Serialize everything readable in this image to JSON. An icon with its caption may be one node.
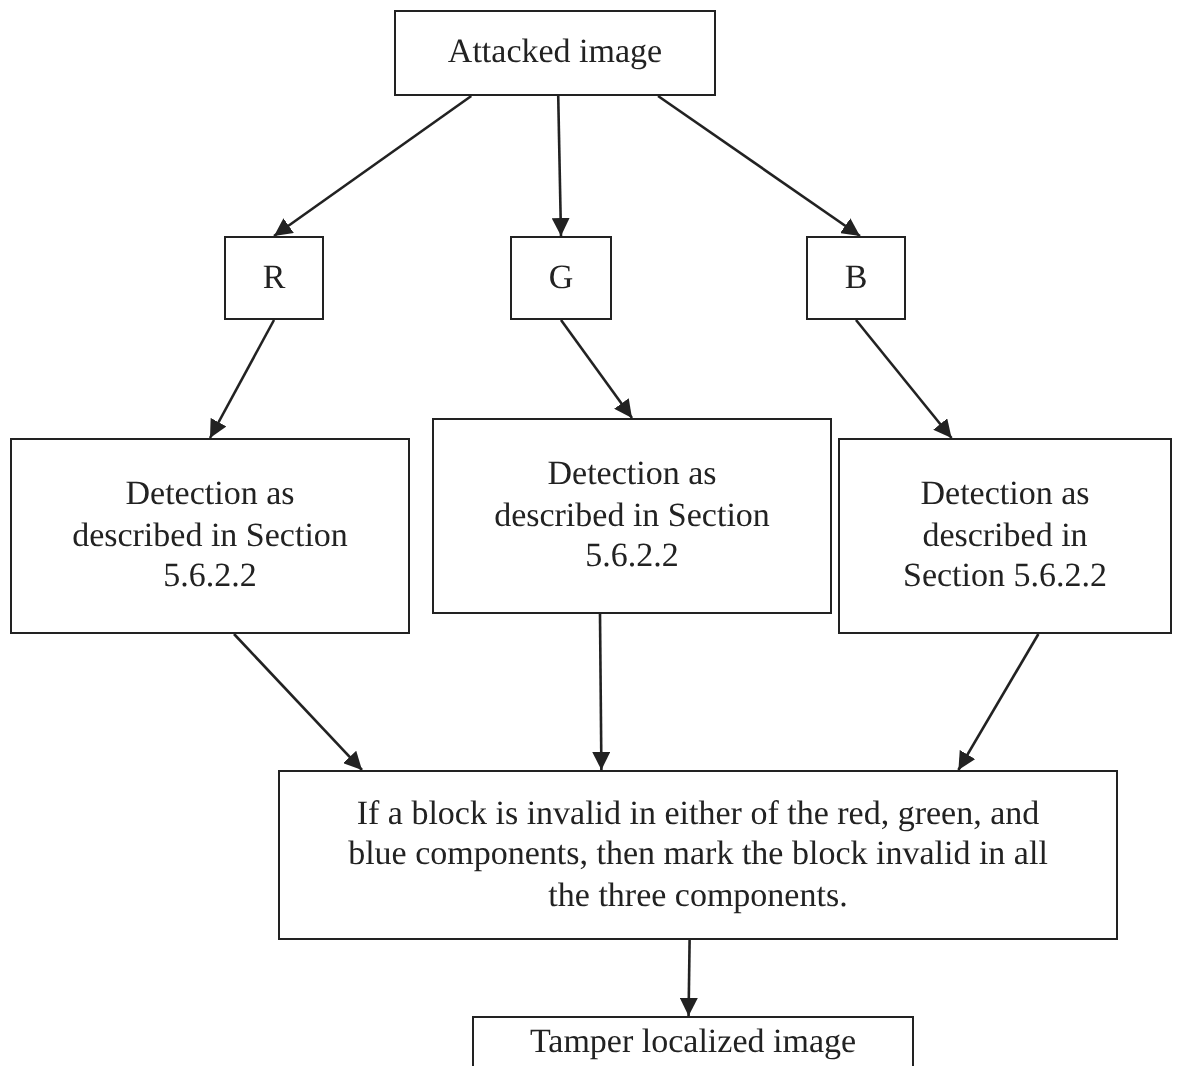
{
  "diagram": {
    "nodes": [
      {
        "text": [
          "Attacked image"
        ]
      },
      {
        "text": [
          "R"
        ]
      },
      {
        "text": [
          "G"
        ]
      },
      {
        "text": [
          "B"
        ]
      },
      {
        "text": [
          "Detection as described in Section 5.6.2.2"
        ]
      },
      {
        "text": [
          "Detection as described in Section 5.6.2.2"
        ]
      },
      {
        "text": [
          "Detection as described in Section 5.6.2.2"
        ]
      },
      {
        "text": [
          "If a block is invalid in either of the red, green, and blue components, then mark the block invalid in all the three components."
        ]
      },
      {
        "text": [
          "Tamper localized image"
        ]
      }
    ],
    "edges": [
      {
        "from": 0,
        "to": 1,
        "arrow": "to"
      },
      {
        "from": 0,
        "to": 2,
        "arrow": "to"
      },
      {
        "from": 0,
        "to": 3,
        "arrow": "to"
      },
      {
        "from": 1,
        "to": 4,
        "arrow": "to"
      },
      {
        "from": 2,
        "to": 5,
        "arrow": "to"
      },
      {
        "from": 3,
        "to": 6,
        "arrow": "to"
      },
      {
        "from": 4,
        "to": 7,
        "arrow": "to"
      },
      {
        "from": 5,
        "to": 7,
        "arrow": "to"
      },
      {
        "from": 6,
        "to": 7,
        "arrow": "to"
      },
      {
        "from": 7,
        "to": 8,
        "arrow": "to"
      }
    ]
  }
}
